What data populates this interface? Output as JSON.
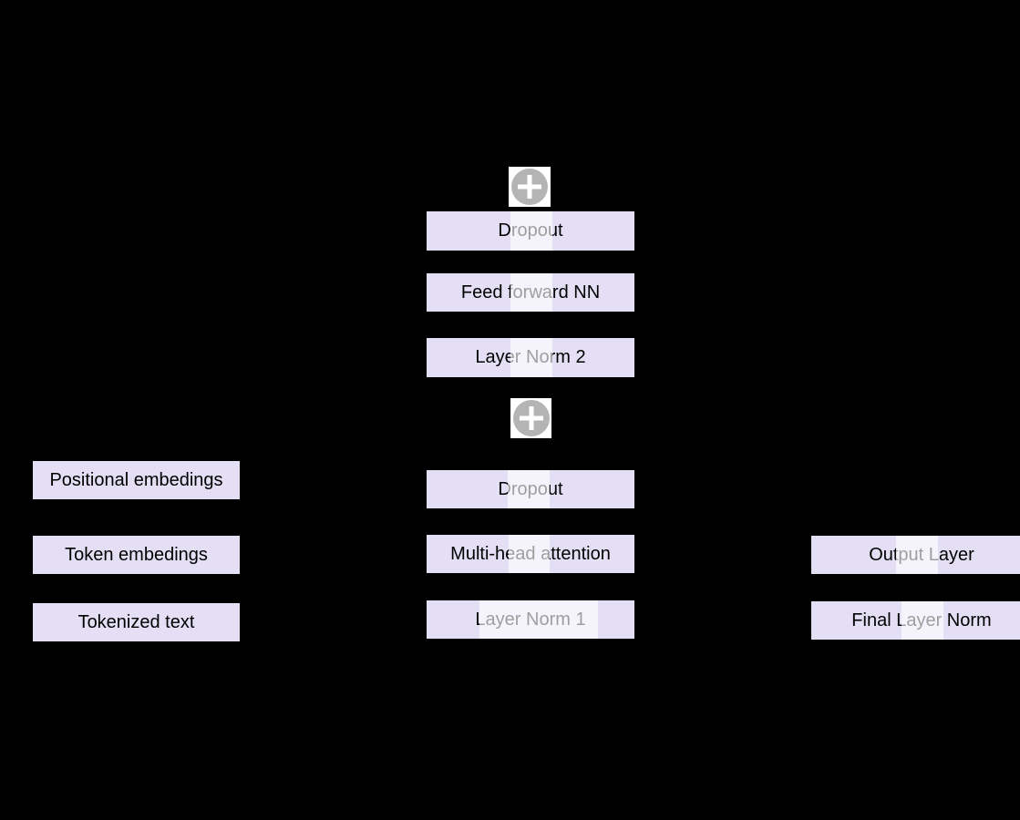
{
  "colors": {
    "background": "#000000",
    "box_fill": "#e4dff4",
    "box_text": "#000000",
    "highlight": "rgba(255,255,255,0.62)",
    "plus_square": "#ffffff",
    "plus_circle": "#b4b4b4",
    "plus_glyph": "#ffffff"
  },
  "diagram": {
    "type": "neural-network-architecture",
    "left_column": {
      "boxes": [
        {
          "label": "Positional embedings"
        },
        {
          "label": "Token embedings"
        },
        {
          "label": "Tokenized text"
        }
      ]
    },
    "middle_column": {
      "boxes": [
        {
          "label": "Dropout"
        },
        {
          "label": "Feed forward NN"
        },
        {
          "label": "Layer Norm 2"
        },
        {
          "label": "Dropout"
        },
        {
          "label": "Multi-head attention"
        },
        {
          "label": "Layer Norm 1"
        }
      ],
      "plus_nodes": [
        {
          "symbol": "+"
        },
        {
          "symbol": "+"
        }
      ]
    },
    "right_column": {
      "boxes": [
        {
          "label": "Output Layer"
        },
        {
          "label": "Final Layer Norm"
        }
      ]
    }
  }
}
